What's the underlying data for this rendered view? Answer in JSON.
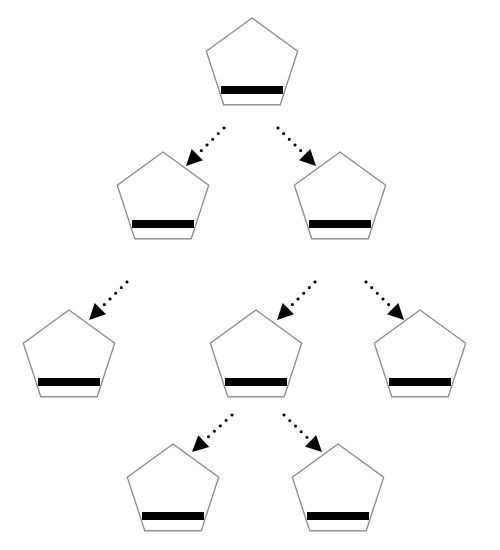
{
  "diagram": {
    "type": "tree",
    "node_shape": "pentagon",
    "node_marker": "horizontal-bar",
    "edge_style": "dotted-arrow",
    "colors": {
      "node_outline": "#888888",
      "node_fill": "#ffffff",
      "bar": "#000000",
      "edge": "#000000"
    },
    "nodes": [
      {
        "id": "n1"
      },
      {
        "id": "n2"
      },
      {
        "id": "n3"
      },
      {
        "id": "n4"
      },
      {
        "id": "n5"
      },
      {
        "id": "n6"
      },
      {
        "id": "n7"
      },
      {
        "id": "n8"
      }
    ],
    "edges": [
      {
        "from": "n1",
        "to": "n2"
      },
      {
        "from": "n1",
        "to": "n3"
      },
      {
        "from": "n2",
        "to": "n4"
      },
      {
        "from": "n3",
        "to": "n5"
      },
      {
        "from": "n3",
        "to": "n6"
      },
      {
        "from": "n5",
        "to": "n7"
      },
      {
        "from": "n5",
        "to": "n8"
      }
    ]
  }
}
